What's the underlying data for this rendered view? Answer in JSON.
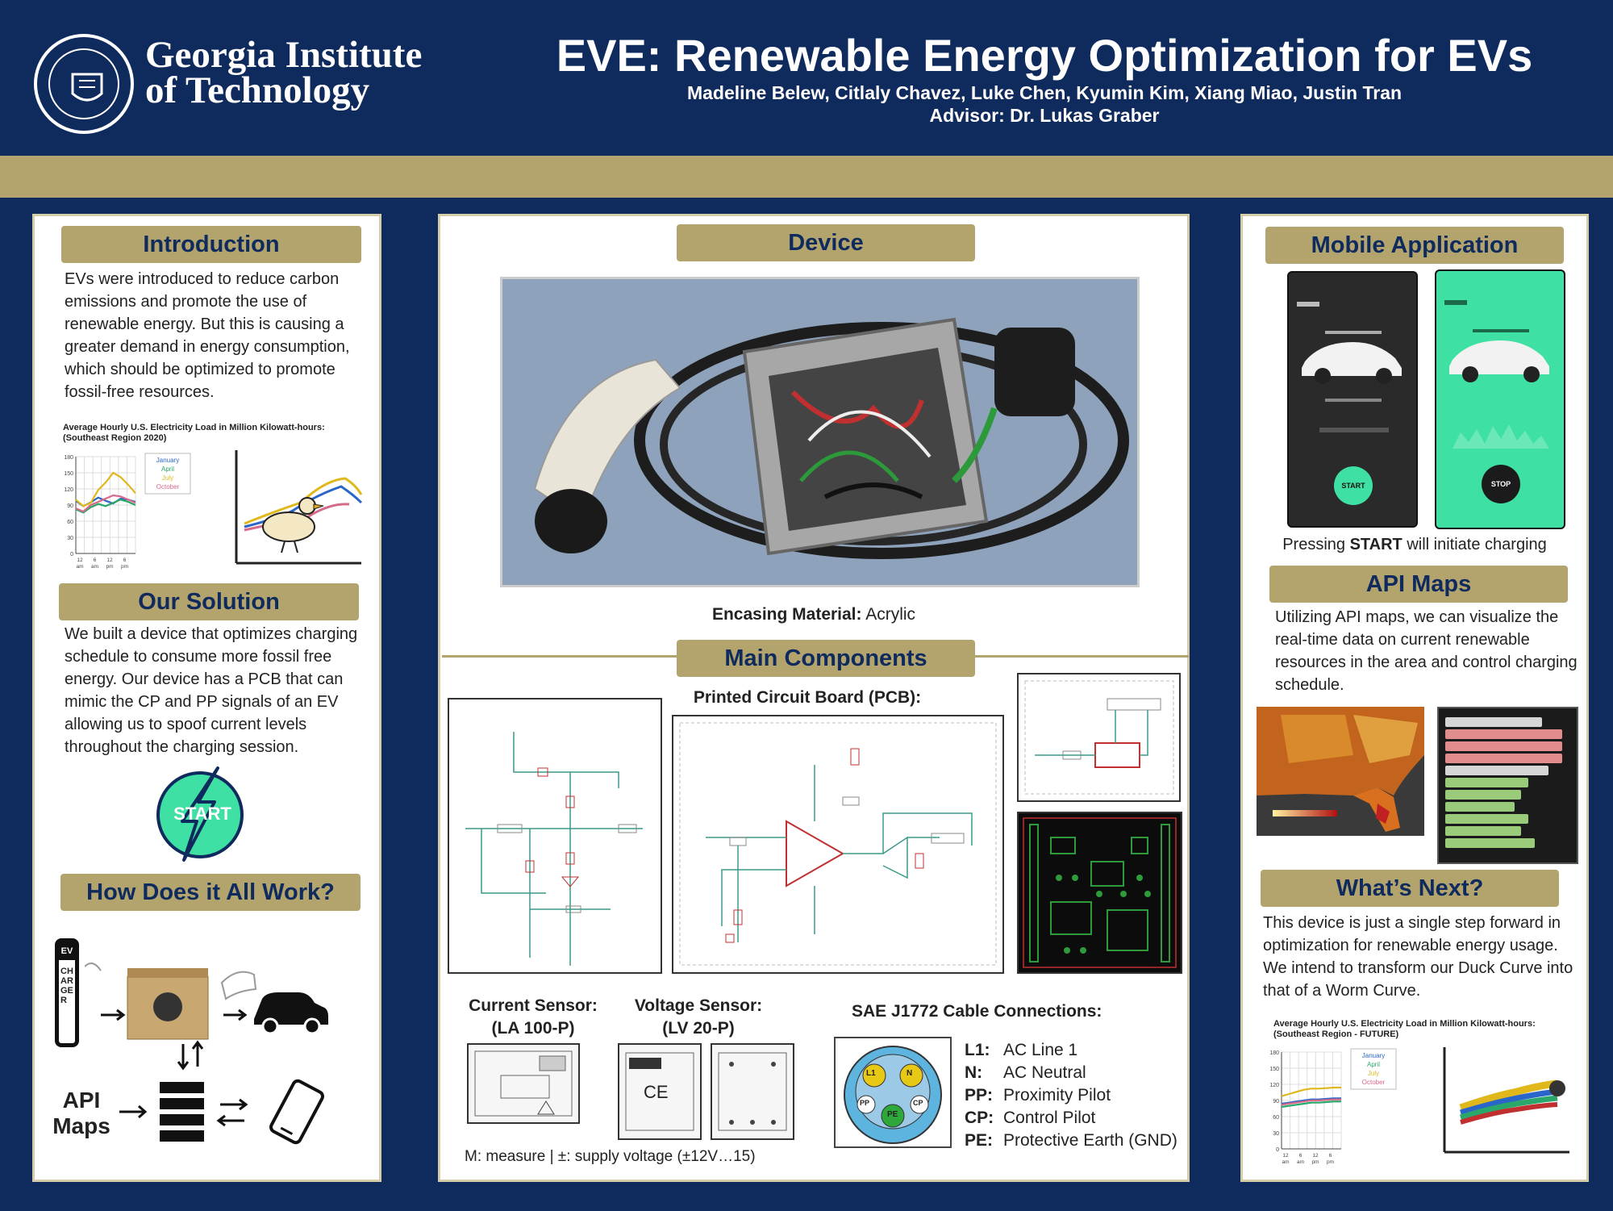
{
  "header": {
    "institution_line1": "Georgia Institute",
    "institution_line2": "of Technology",
    "title": "EVE: Renewable Energy Optimization for EVs",
    "authors": "Madeline Belew, Citlaly Chavez, Luke Chen, Kyumin Kim, Xiang Miao, Justin Tran",
    "advisor": "Advisor: Dr. Lukas Graber"
  },
  "introduction": {
    "heading": "Introduction",
    "text": "EVs were introduced to reduce carbon emissions and promote the use of renewable energy. But this is causing a greater demand in energy consumption, which should be optimized to promote fossil-free resources."
  },
  "intro_chart_caption": "Average Hourly U.S. Electricity Load in Million Kilowatt-hours: (Southeast Region 2020)",
  "solution": {
    "heading": "Our Solution",
    "text": "We built a device that optimizes charging schedule to consume more fossil free energy. Our device has a PCB that can mimic the CP and PP signals of an EV allowing us to spoof current levels throughout the charging session.",
    "start_label": "START"
  },
  "how": {
    "heading": "How Does it All Work?",
    "ev_label": "EV",
    "charger_label": "CHARGER",
    "api_label_1": "API",
    "api_label_2": "Maps"
  },
  "device": {
    "heading": "Device",
    "caption_bold": "Encasing Material:",
    "caption_rest": " Acrylic"
  },
  "components": {
    "heading": "Main Components",
    "pcb_label": "Printed Circuit Board (PCB):",
    "current_sensor_1": "Current Sensor:",
    "current_sensor_2": "(LA 100-P)",
    "voltage_sensor_1": "Voltage Sensor:",
    "voltage_sensor_2": "(LV 20-P)",
    "sensor_note": "M: measure | ±: supply voltage (±12V…15)",
    "cable_heading": "SAE J1772 Cable Connections:",
    "pins": [
      {
        "k": "L1:",
        "v": "AC Line 1"
      },
      {
        "k": "N:",
        "v": "AC Neutral"
      },
      {
        "k": "PP:",
        "v": "Proximity Pilot"
      },
      {
        "k": "CP:",
        "v": "Control Pilot"
      },
      {
        "k": "PE:",
        "v": "Protective Earth (GND)"
      }
    ],
    "pin_labels": [
      "L1",
      "N",
      "PP",
      "PE",
      "CP"
    ]
  },
  "mobile": {
    "heading": "Mobile Application",
    "caption_pre": "Pressing ",
    "caption_bold": "START",
    "caption_post": " will initiate charging",
    "start_btn": "START",
    "stop_btn": "STOP"
  },
  "api": {
    "heading": "API Maps",
    "text": "Utilizing API maps, we can visualize the real-time data on current renewable resources in the area and control charging schedule."
  },
  "next": {
    "heading": "What’s Next?",
    "text": "This device is just a single step forward in optimization for renewable energy usage. We intend to transform our Duck Curve into that of a Worm Curve."
  },
  "next_chart_caption": "Average Hourly U.S. Electricity Load in Million Kilowatt-hours: (Southeast Region - FUTURE)",
  "chart_data": [
    {
      "type": "line",
      "title": "Average Hourly U.S. Electricity Load in Million Kilowatt-hours: (Southeast Region 2020)",
      "x": [
        0,
        3,
        6,
        9,
        12,
        15,
        18,
        21,
        24
      ],
      "x_tick_labels": [
        "12 am",
        "6 am",
        "12 pm",
        "6 pm"
      ],
      "ylim": [
        0,
        180
      ],
      "y_ticks": [
        0,
        30,
        60,
        90,
        120,
        150,
        180
      ],
      "series": [
        {
          "name": "January",
          "color": "#2a66c9",
          "values": [
            98,
            88,
            95,
            104,
            98,
            93,
            102,
            100,
            96
          ]
        },
        {
          "name": "April",
          "color": "#2aa76a",
          "values": [
            82,
            76,
            86,
            92,
            88,
            94,
            100,
            96,
            90
          ]
        },
        {
          "name": "July",
          "color": "#e0b81c",
          "values": [
            100,
            88,
            94,
            118,
            132,
            150,
            142,
            128,
            112
          ]
        },
        {
          "name": "October",
          "color": "#d66a8a",
          "values": [
            84,
            78,
            90,
            96,
            102,
            108,
            106,
            100,
            94
          ]
        }
      ],
      "grid": true,
      "legend": "top-right"
    },
    {
      "type": "line",
      "title": "Average Hourly U.S. Electricity Load in Million Kilowatt-hours: (Southeast Region - FUTURE)",
      "x": [
        0,
        3,
        6,
        9,
        12,
        15,
        18,
        21,
        24
      ],
      "x_tick_labels": [
        "12 am",
        "6 am",
        "12 pm",
        "6 pm"
      ],
      "ylim": [
        0,
        180
      ],
      "y_ticks": [
        0,
        30,
        60,
        90,
        120,
        150,
        180
      ],
      "series": [
        {
          "name": "January",
          "color": "#2a66c9",
          "values": [
            84,
            86,
            88,
            90,
            92,
            92,
            93,
            94,
            94
          ]
        },
        {
          "name": "April",
          "color": "#2aa76a",
          "values": [
            78,
            80,
            82,
            84,
            86,
            86,
            87,
            88,
            88
          ]
        },
        {
          "name": "July",
          "color": "#e0b81c",
          "values": [
            98,
            102,
            106,
            110,
            112,
            112,
            113,
            114,
            114
          ]
        },
        {
          "name": "October",
          "color": "#d66a8a",
          "values": [
            82,
            84,
            86,
            88,
            90,
            90,
            91,
            92,
            92
          ]
        }
      ],
      "grid": true,
      "legend": "top-right"
    }
  ]
}
